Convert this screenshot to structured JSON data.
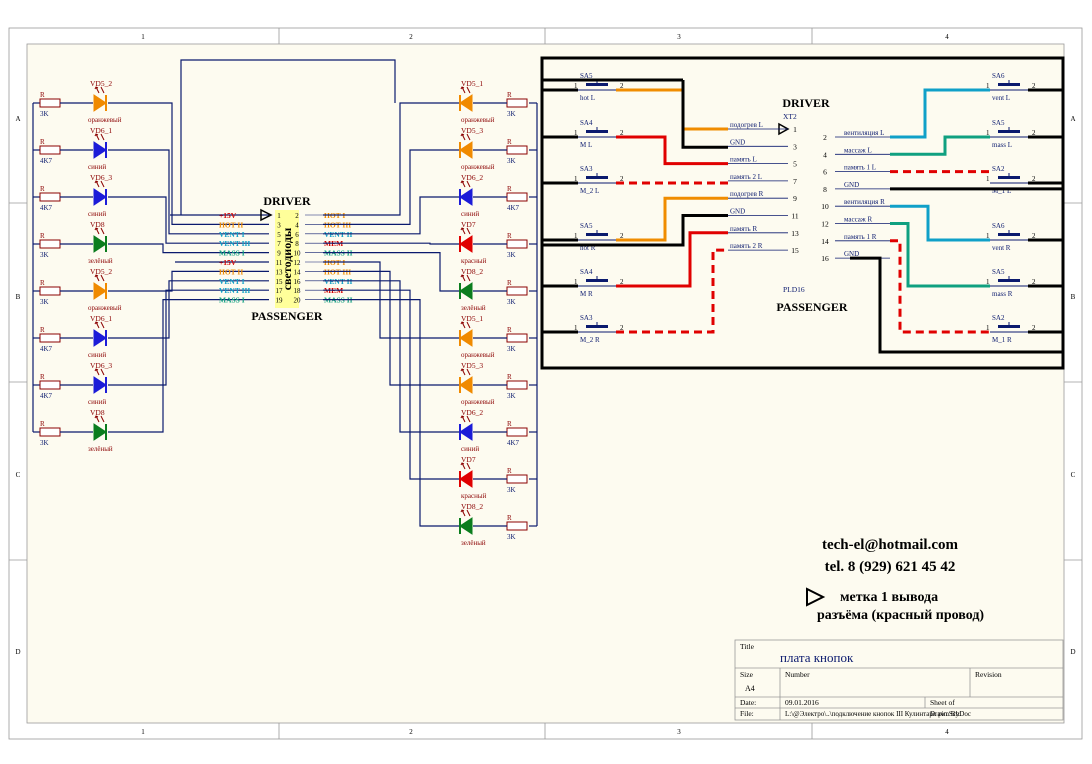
{
  "frame": {
    "cols": [
      "1",
      "2",
      "3",
      "4"
    ],
    "rows": [
      "A",
      "B",
      "C",
      "D"
    ]
  },
  "colors": {
    "paper": "#fdfbf0",
    "navy": "#0b1a6e",
    "red_text": "#8b0000",
    "orange_led": "#f08a00",
    "blue_led": "#1c1cd8",
    "green_led": "#0b7d1e",
    "red_led": "#e00000",
    "connector_fill": "#ffff9a",
    "wire_orange": "#f08c00",
    "wire_red": "#e00000",
    "wire_blue": "#10a0c8",
    "wire_green": "#10a080",
    "wire_black": "#000000",
    "lbl_red": "#d40000",
    "lbl_orange": "#f08c00",
    "lbl_blue": "#10a0c8",
    "lbl_green": "#10a080"
  },
  "left_connector": {
    "title": "DRIVER",
    "subtitle": "PASSENGER",
    "body_label": "светодиоды",
    "rows": [
      {
        "l": "+15V",
        "lc": "red",
        "p1": "1",
        "p2": "2",
        "r": "HOT I",
        "rc": "orange"
      },
      {
        "l": "HOT II",
        "lc": "orange",
        "p1": "3",
        "p2": "4",
        "r": "HOT III",
        "rc": "orange"
      },
      {
        "l": "VENT I",
        "lc": "blue",
        "p1": "5",
        "p2": "6",
        "r": "VENT II",
        "rc": "blue"
      },
      {
        "l": "VENT III",
        "lc": "blue",
        "p1": "7",
        "p2": "8",
        "r": "MEM",
        "rc": "red"
      },
      {
        "l": "MASS I",
        "lc": "green",
        "p1": "9",
        "p2": "10",
        "r": "MASS II",
        "rc": "green"
      },
      {
        "l": "+15V",
        "lc": "red",
        "p1": "11",
        "p2": "12",
        "r": "HOT I",
        "rc": "orange"
      },
      {
        "l": "HOT II",
        "lc": "orange",
        "p1": "13",
        "p2": "14",
        "r": "HOT III",
        "rc": "orange"
      },
      {
        "l": "VENT I",
        "lc": "blue",
        "p1": "15",
        "p2": "16",
        "r": "VENT II",
        "rc": "blue"
      },
      {
        "l": "VENT III",
        "lc": "blue",
        "p1": "17",
        "p2": "18",
        "r": "MEM",
        "rc": "red"
      },
      {
        "l": "MASS I",
        "lc": "green",
        "p1": "19",
        "p2": "20",
        "r": "MASS II",
        "rc": "green"
      }
    ]
  },
  "left_leds": [
    {
      "r": "3K",
      "vd": "VD5_2",
      "color": "orange",
      "desc": "оранжевый"
    },
    {
      "r": "4K7",
      "vd": "VD6_1",
      "color": "blue",
      "desc": "синий"
    },
    {
      "r": "4K7",
      "vd": "VD6_3",
      "color": "blue",
      "desc": "синий"
    },
    {
      "r": "3K",
      "vd": "VD8",
      "color": "green",
      "desc": "зелёный"
    },
    {
      "r": "3K",
      "vd": "VD5_2",
      "color": "orange",
      "desc": "оранжевый"
    },
    {
      "r": "4K7",
      "vd": "VD6_1",
      "color": "blue",
      "desc": "синий"
    },
    {
      "r": "4K7",
      "vd": "VD6_3",
      "color": "blue",
      "desc": "синий"
    },
    {
      "r": "3K",
      "vd": "VD8",
      "color": "green",
      "desc": "зелёный"
    }
  ],
  "right_leds": [
    {
      "r": "3K",
      "vd": "VD5_1",
      "color": "orange",
      "desc": "оранжевый"
    },
    {
      "r": "3K",
      "vd": "VD5_3",
      "color": "orange",
      "desc": "оранжевый"
    },
    {
      "r": "4K7",
      "vd": "VD6_2",
      "color": "blue",
      "desc": "синий"
    },
    {
      "r": "3K",
      "vd": "VD7",
      "color": "red",
      "desc": "красный"
    },
    {
      "r": "3K",
      "vd": "VD8_2",
      "color": "green",
      "desc": "зелёный"
    },
    {
      "r": "3K",
      "vd": "VD5_1",
      "color": "orange",
      "desc": "оранжевый"
    },
    {
      "r": "3K",
      "vd": "VD5_3",
      "color": "orange",
      "desc": "оранжевый"
    },
    {
      "r": "4K7",
      "vd": "VD6_2",
      "color": "blue",
      "desc": "синий"
    },
    {
      "r": "3K",
      "vd": "VD7",
      "color": "red",
      "desc": "красный"
    },
    {
      "r": "3K",
      "vd": "VD8_2",
      "color": "green",
      "desc": "зелёный"
    }
  ],
  "xt2": {
    "title": "DRIVER",
    "ref": "XT2",
    "part": "PLD16",
    "subtitle": "PASSENGER",
    "left_pins": [
      "1",
      "3",
      "5",
      "7",
      "9",
      "11",
      "13",
      "15"
    ],
    "right_pins": [
      "2",
      "4",
      "6",
      "8",
      "10",
      "12",
      "14",
      "16"
    ],
    "left_labels": [
      "подогрев L",
      "GND",
      "память L",
      "память 2 L",
      "подогрев R",
      "GND",
      "память R",
      "память 2 R"
    ],
    "right_labels": [
      "вентиляция L",
      "массаж L",
      "память 1 L",
      "GND",
      "вентиляция R",
      "массаж R",
      "память 1 R",
      "GND"
    ]
  },
  "left_switches": [
    {
      "ref": "SA5",
      "name": "hot L"
    },
    {
      "ref": "SA4",
      "name": "M L"
    },
    {
      "ref": "SA3",
      "name": "M_2 L"
    },
    {
      "ref": "SA5",
      "name": "hot R"
    },
    {
      "ref": "SA4",
      "name": "M R"
    },
    {
      "ref": "SA3",
      "name": "M_2 R"
    }
  ],
  "right_switches": [
    {
      "ref": "SA6",
      "name": "vent L"
    },
    {
      "ref": "SA5",
      "name": "mass L"
    },
    {
      "ref": "SA2",
      "name": "M_1 L"
    },
    {
      "ref": "SA6",
      "name": "vent R"
    },
    {
      "ref": "SA5",
      "name": "mass R"
    },
    {
      "ref": "SA2",
      "name": "M_1 R"
    }
  ],
  "switch_pins": [
    "1",
    "2"
  ],
  "contact": {
    "email": "tech-el@hotmail.com",
    "phone": "tel. 8 (929) 621 45 42",
    "note1": "метка 1 вывода",
    "note2": "разъёма (красный провод)"
  },
  "titleblock": {
    "title_label": "Title",
    "title_value": "плата кнопок",
    "size_label": "Size",
    "size_value": "A4",
    "number_label": "Number",
    "revision_label": "Revision",
    "date_label": "Date:",
    "date_value": "09.01.2016",
    "file_label": "File:",
    "file_value": "L:\\@Электро\\..\\подключение кнопок  III Кулинтаро pin.SchDoc",
    "sheet_label": "Sheet    of",
    "drawn_label": "Drawn By:"
  }
}
